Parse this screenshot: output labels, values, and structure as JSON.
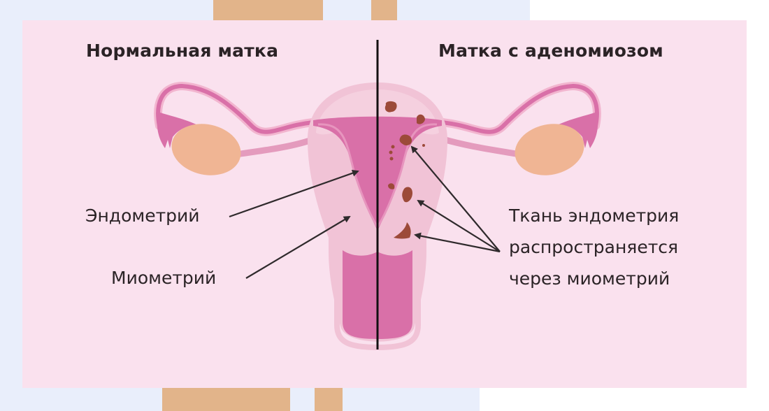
{
  "diagram": {
    "left_title": "Нормальная матка",
    "right_title": "Матка с аденомиозом",
    "labels": {
      "endometrium": "Эндометрий",
      "myometrium": "Миометрий",
      "adenomyosis_line1": "Ткань эндометрия",
      "adenomyosis_line2": "распространяется",
      "adenomyosis_line3": "через миометрий"
    },
    "colors": {
      "panel_bg": "#fae1ee",
      "outer_bg": "#e9eefb",
      "tan_bars": "#e2b48a",
      "myometrium": "#f1c3d6",
      "endometrium": "#d970a8",
      "ovary": "#f0b594",
      "lesion": "#9c4a39",
      "text": "#2b2326"
    }
  }
}
